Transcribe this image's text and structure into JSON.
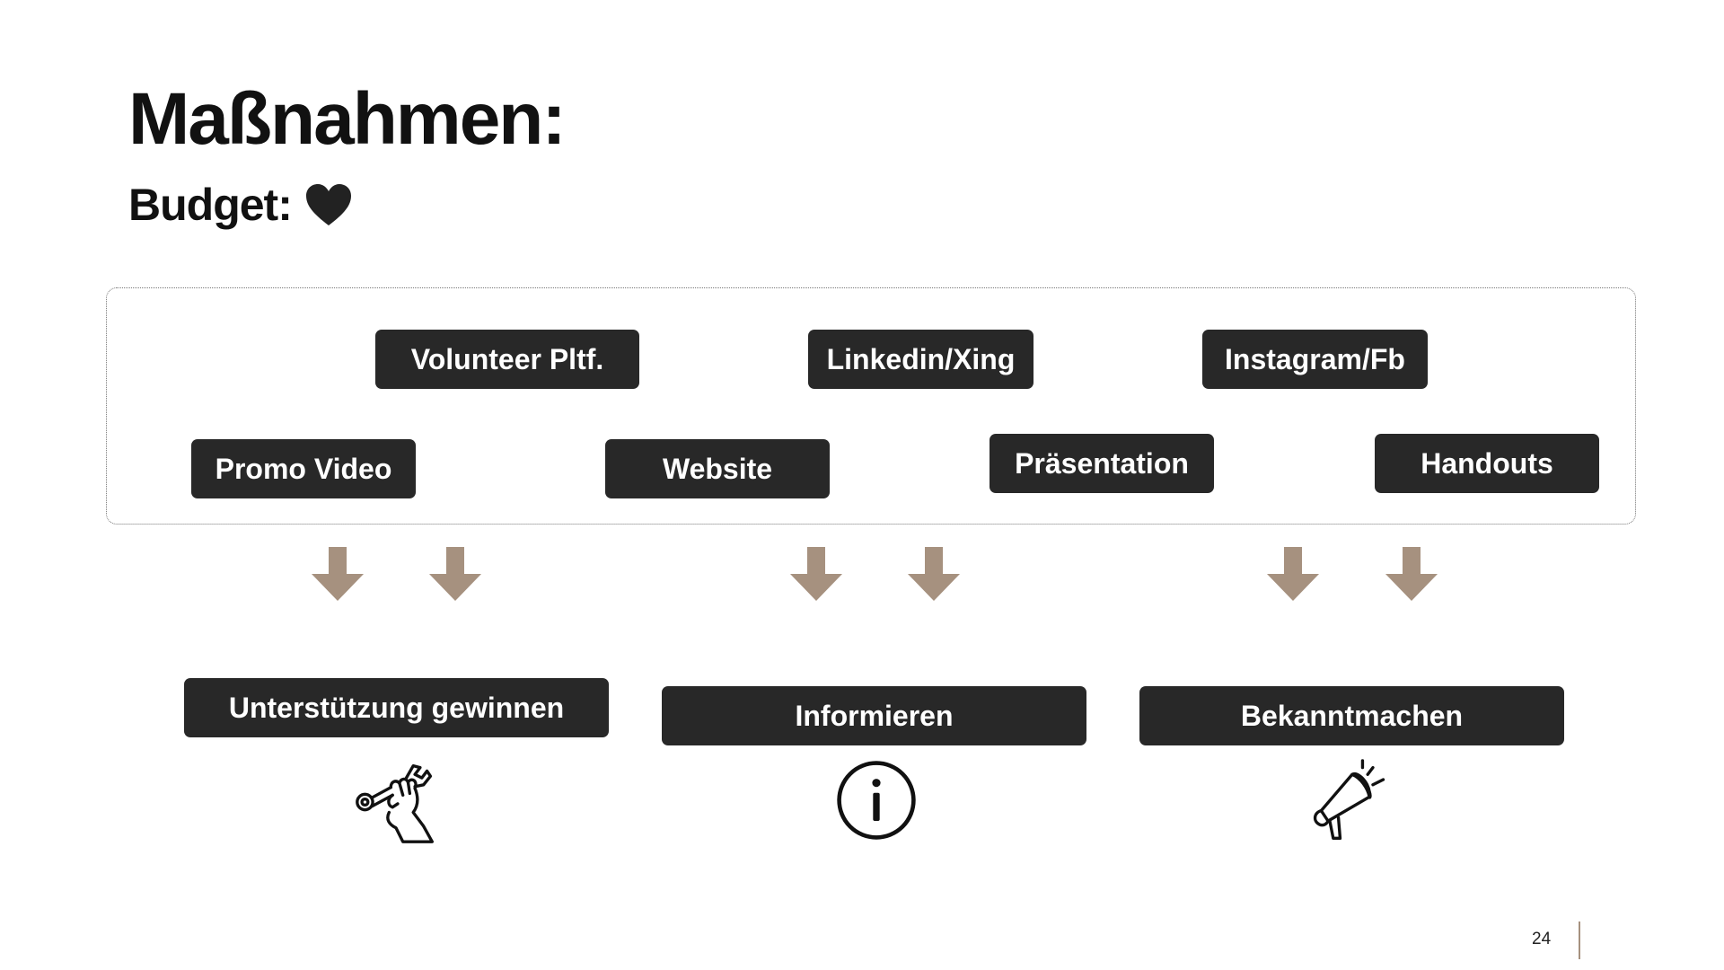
{
  "slide": {
    "title": "Maßnahmen:",
    "subtitle": "Budget:",
    "page_number": "24"
  },
  "measures": {
    "volunteer": "Volunteer Pltf.",
    "linkedin": "Linkedin/Xing",
    "instagram": "Instagram/Fb",
    "promo": "Promo Video",
    "website": "Website",
    "praesentation": "Präsentation",
    "handouts": "Handouts"
  },
  "goals": {
    "support": "Unterstützung gewinnen",
    "inform": "Informieren",
    "announce": "Bekanntmachen"
  },
  "colors": {
    "tag_background": "#282828",
    "arrow": "#a6917f",
    "text": "#111111"
  },
  "icons": [
    "heart-icon",
    "wrench-hand-icon",
    "info-icon",
    "megaphone-icon"
  ]
}
